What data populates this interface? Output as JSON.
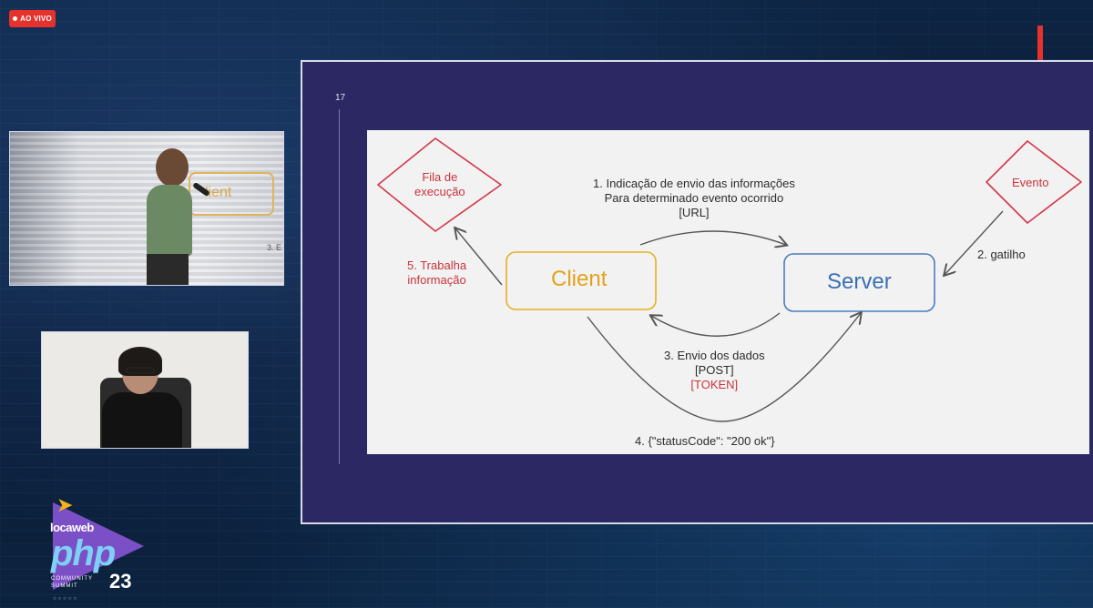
{
  "live_badge": {
    "label": "AO VIVO",
    "color": "#e5322d"
  },
  "slide": {
    "number": "17",
    "diagram": {
      "client_label": "Client",
      "server_label": "Server",
      "queue_line1": "Fila de",
      "queue_line2": "execução",
      "event_label": "Evento",
      "step1_line1": "1. Indicação de envio das informações",
      "step1_line2": "Para determinado evento ocorrido",
      "step1_line3": "[URL]",
      "step2": "2. gatilho",
      "step3_line1": "3. Envio dos dados",
      "step3_line2": "[POST]",
      "step3_line3": "[TOKEN]",
      "step4": "4. {\"statusCode\": \"200 ok\"}",
      "step5_line1": "5. Trabalha",
      "step5_line2": "informação",
      "colors": {
        "client": "#e3a21a",
        "server": "#3a6fb5",
        "diamond": "#d4384a"
      }
    }
  },
  "speaker_cam": {
    "projection_text": "lient",
    "projection_text2": "3. E"
  },
  "logo": {
    "brand": "locaweb",
    "php": "php",
    "community_line1": "COMMUNITY",
    "community_line2": "SUMMIT",
    "year": "23",
    "dots": "○○○○○"
  }
}
